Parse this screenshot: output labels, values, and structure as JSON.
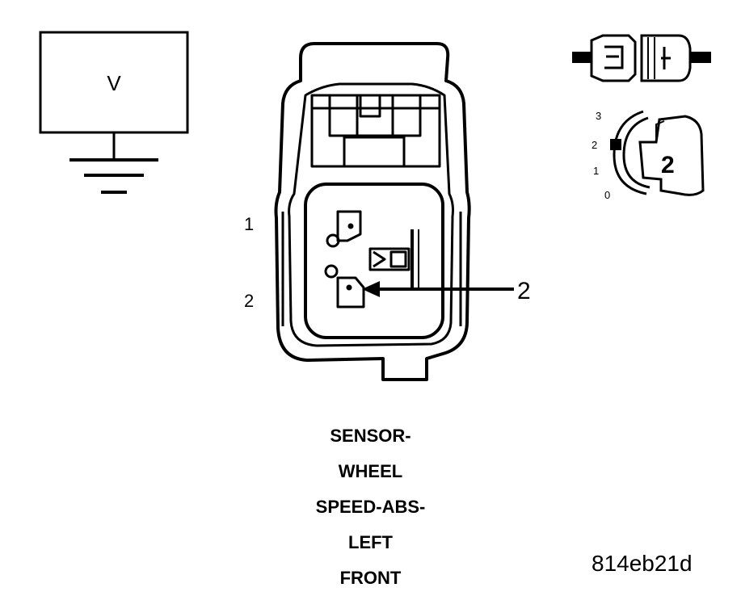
{
  "voltmeter": {
    "symbol": "V"
  },
  "pin_labels": {
    "pin1": "1",
    "pin2": "2"
  },
  "callout": {
    "label": "2"
  },
  "lock_dial": {
    "ticks": [
      "3",
      "2",
      "1",
      "0"
    ],
    "key_label": "2"
  },
  "caption": {
    "lines": [
      "SENSOR-",
      "WHEEL",
      "SPEED-ABS-",
      "LEFT",
      "FRONT"
    ]
  },
  "figure_code": "814eb21d"
}
